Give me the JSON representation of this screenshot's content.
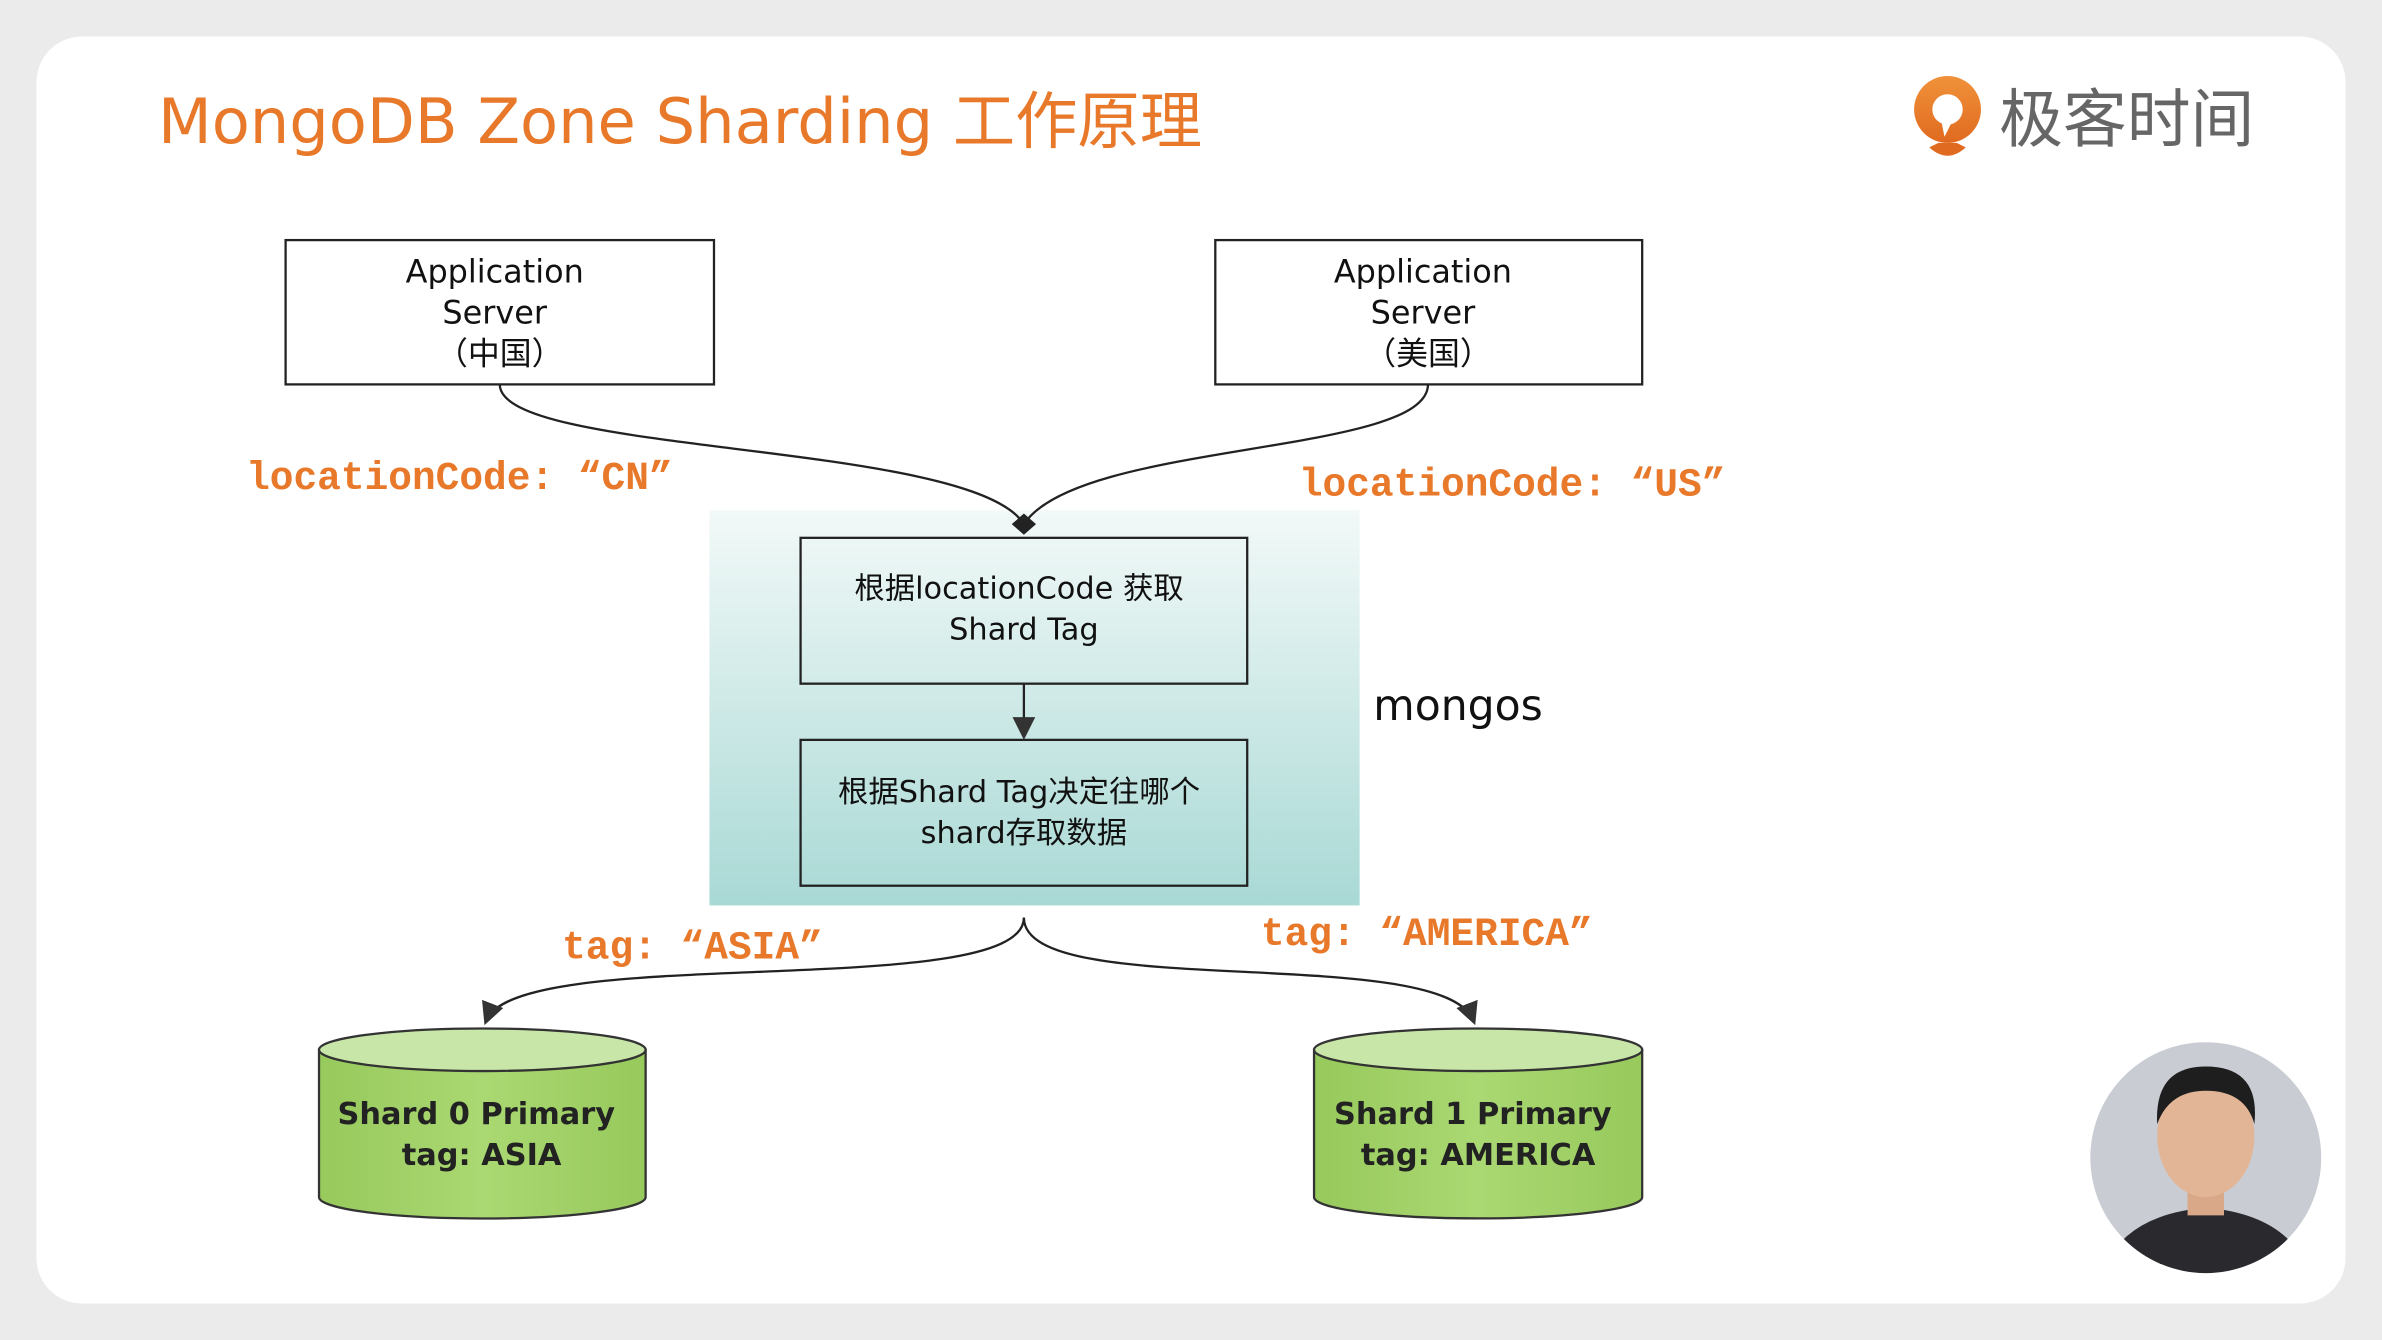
{
  "title": "MongoDB Zone Sharding 工作原理",
  "logo": {
    "text": "极客时间",
    "color": "#e8782a"
  },
  "app_servers": [
    {
      "lines": [
        "Application",
        "Server",
        "（中国）"
      ]
    },
    {
      "lines": [
        "Application",
        "Server",
        "（美国）"
      ]
    }
  ],
  "location_labels": [
    "locationCode: “CN”",
    "locationCode: “US”"
  ],
  "mongos": {
    "label": "mongos",
    "step1": [
      "根据locationCode 获取",
      "Shard Tag"
    ],
    "step2": [
      "根据Shard Tag决定往哪个",
      "shard存取数据"
    ]
  },
  "tag_labels": [
    "tag: “ASIA”",
    "tag: “AMERICA”"
  ],
  "shards": [
    {
      "lines": [
        "Shard 0 Primary",
        "tag: ASIA"
      ]
    },
    {
      "lines": [
        "Shard 1 Primary",
        "tag: AMERICA"
      ]
    }
  ],
  "colors": {
    "accent": "#e8782a",
    "shard": "#a6d46c",
    "mongos": "#a9d9d5"
  }
}
